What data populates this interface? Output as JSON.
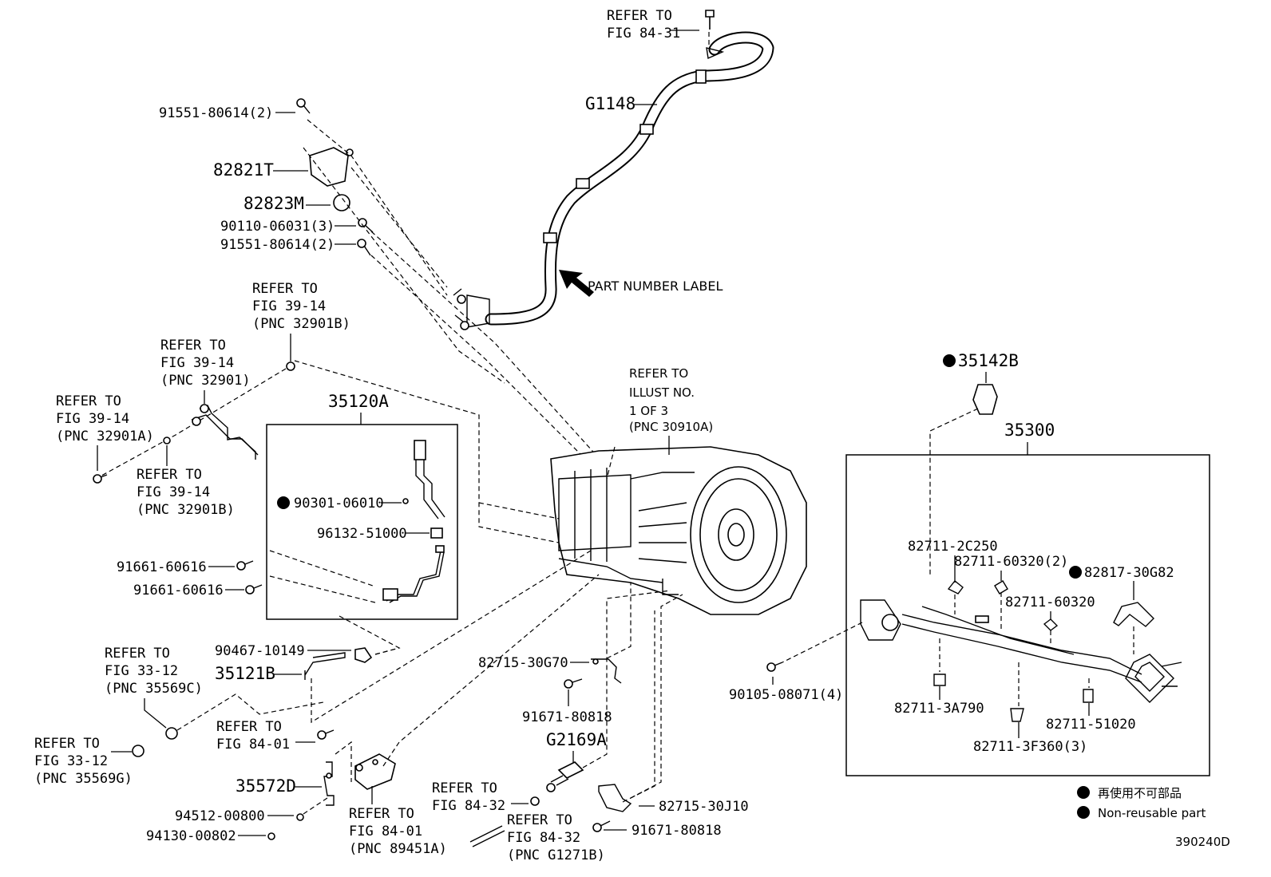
{
  "labels": {
    "refer_84_31_a": "REFER TO",
    "refer_84_31_b": "FIG 84-31",
    "g1148": "G1148",
    "p91551_top": "91551-80614(2)",
    "p82821t": "82821T",
    "p82823m": "82823M",
    "p90110": "90110-06031(3)",
    "p91551_mid": "91551-80614(2)",
    "part_number_label": "PART NUMBER LABEL",
    "ref_3914_b1_a": "REFER TO",
    "ref_3914_b1_b": "FIG 39-14",
    "ref_3914_b1_c": "(PNC 32901B)",
    "ref_3914_n_a": "REFER TO",
    "ref_3914_n_b": "FIG 39-14",
    "ref_3914_n_c": "(PNC 32901)",
    "ref_3914_a_a": "REFER TO",
    "ref_3914_a_b": "FIG 39-14",
    "ref_3914_a_c": "(PNC 32901A)",
    "ref_3914_b2_a": "REFER TO",
    "ref_3914_b2_b": "FIG 39-14",
    "ref_3914_b2_c": "(PNC 32901B)",
    "p35120a": "35120A",
    "p90301": "90301-06010",
    "p96132": "96132-51000",
    "p91661_a": "91661-60616",
    "p91661_b": "91661-60616",
    "ref_illust_a": "REFER TO",
    "ref_illust_b": "ILLUST NO.",
    "ref_illust_c": "1 OF 3",
    "ref_illust_d": "(PNC 30910A)",
    "p35142b": "35142B",
    "p35300": "35300",
    "p82711_2c250": "82711-2C250",
    "p82711_60320_2": "82711-60320(2)",
    "p82817": "82817-30G82",
    "p82711_60320": "82711-60320",
    "p90105": "90105-08071(4)",
    "p82711_3a790": "82711-3A790",
    "p82711_51020": "82711-51020",
    "p82711_3f360": "82711-3F360(3)",
    "ref_3312c_a": "REFER TO",
    "ref_3312c_b": "FIG 33-12",
    "ref_3312c_c": "(PNC 35569C)",
    "p90467": "90467-10149",
    "p35121b": "35121B",
    "p82715_30g70": "82715-30G70",
    "p91671_a": "91671-80818",
    "ref_3312g_a": "REFER TO",
    "ref_3312g_b": "FIG 33-12",
    "ref_3312g_c": "(PNC 35569G)",
    "ref_8401_a_a": "REFER TO",
    "ref_8401_a_b": "FIG 84-01",
    "g2169a": "G2169A",
    "p35572d": "35572D",
    "p94512": "94512-00800",
    "p94130": "94130-00802",
    "ref_8401_b_a": "REFER TO",
    "ref_8401_b_b": "FIG 84-01",
    "ref_8401_b_c": "(PNC 89451A)",
    "ref_8432_a_a": "REFER TO",
    "ref_8432_a_b": "FIG 84-32",
    "ref_8432_b_a": "REFER TO",
    "ref_8432_b_b": "FIG 84-32",
    "ref_8432_b_c": "(PNC G1271B)",
    "p82715_30j10": "82715-30J10",
    "p91671_b": "91671-80818",
    "legend_jp": "再使用不可部品",
    "legend_en": "Non-reusable part",
    "figure_id": "390240D"
  }
}
